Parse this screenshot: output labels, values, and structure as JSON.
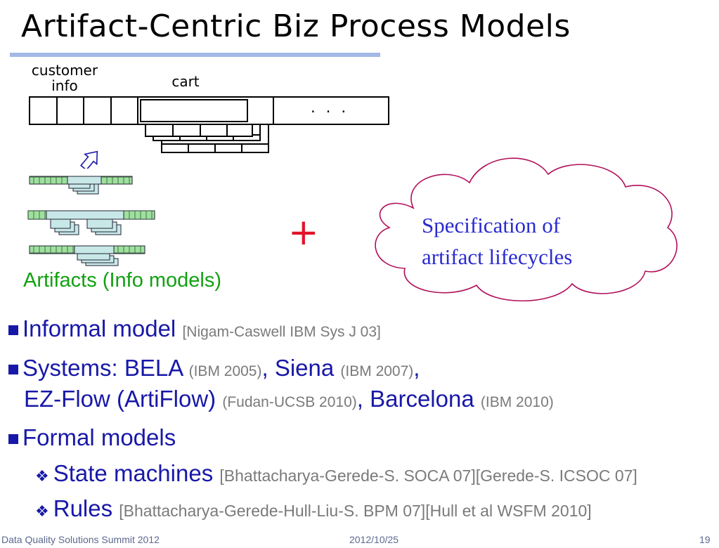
{
  "slide": {
    "title": "Artifact-Centric Biz Process Models",
    "number": "19"
  },
  "diagram": {
    "customer_info_label_line1": "customer",
    "customer_info_label_line2": "info",
    "cart_label": "cart",
    "ellipsis": ". . .",
    "plus": "+",
    "artifacts_caption": "Artifacts (Info models)",
    "cloud_line1": "Specification of",
    "cloud_line2": "artifact lifecycles"
  },
  "bullets": {
    "informal_label": "Informal model",
    "informal_cite": "[Nigam-Caswell IBM Sys J 03]",
    "systems_label": "Systems: BELA",
    "bela_cite": "(IBM 2005)",
    "siena_sep": ", ",
    "siena_label": "Siena",
    "siena_cite": "(IBM 2007)",
    "comma": ",",
    "ezflow_label": "EZ-Flow (ArtiFlow)",
    "ezflow_cite": "(Fudan-UCSB 2010)",
    "barcelona_sep": ", ",
    "barcelona_label": "Barcelona",
    "barcelona_cite": "(IBM 2010)",
    "formal_label": "Formal models",
    "state_label": "State machines",
    "state_cite": "[Bhattacharya-Gerede-S. SOCA 07][Gerede-S. ICSOC 07]",
    "rules_label": "Rules",
    "rules_cite": "[Bhattacharya-Gerede-Hull-Liu-S. BPM 07][Hull et al WSFM 2010]"
  },
  "footer": {
    "left": "Data Quality Solutions Summit 2012",
    "date": "2012/10/25"
  },
  "colors": {
    "bullet_blue": "#1818a8",
    "citation_gray": "#7a7a7a",
    "artifacts_green": "#12a012",
    "plus_red": "#e0142a",
    "cloud_text_blue": "#2a2ad0",
    "cloud_outline": "#b0105a",
    "mini_tuple_green": "#9ee09e",
    "mini_tuple_teal": "#c8e8e8"
  }
}
